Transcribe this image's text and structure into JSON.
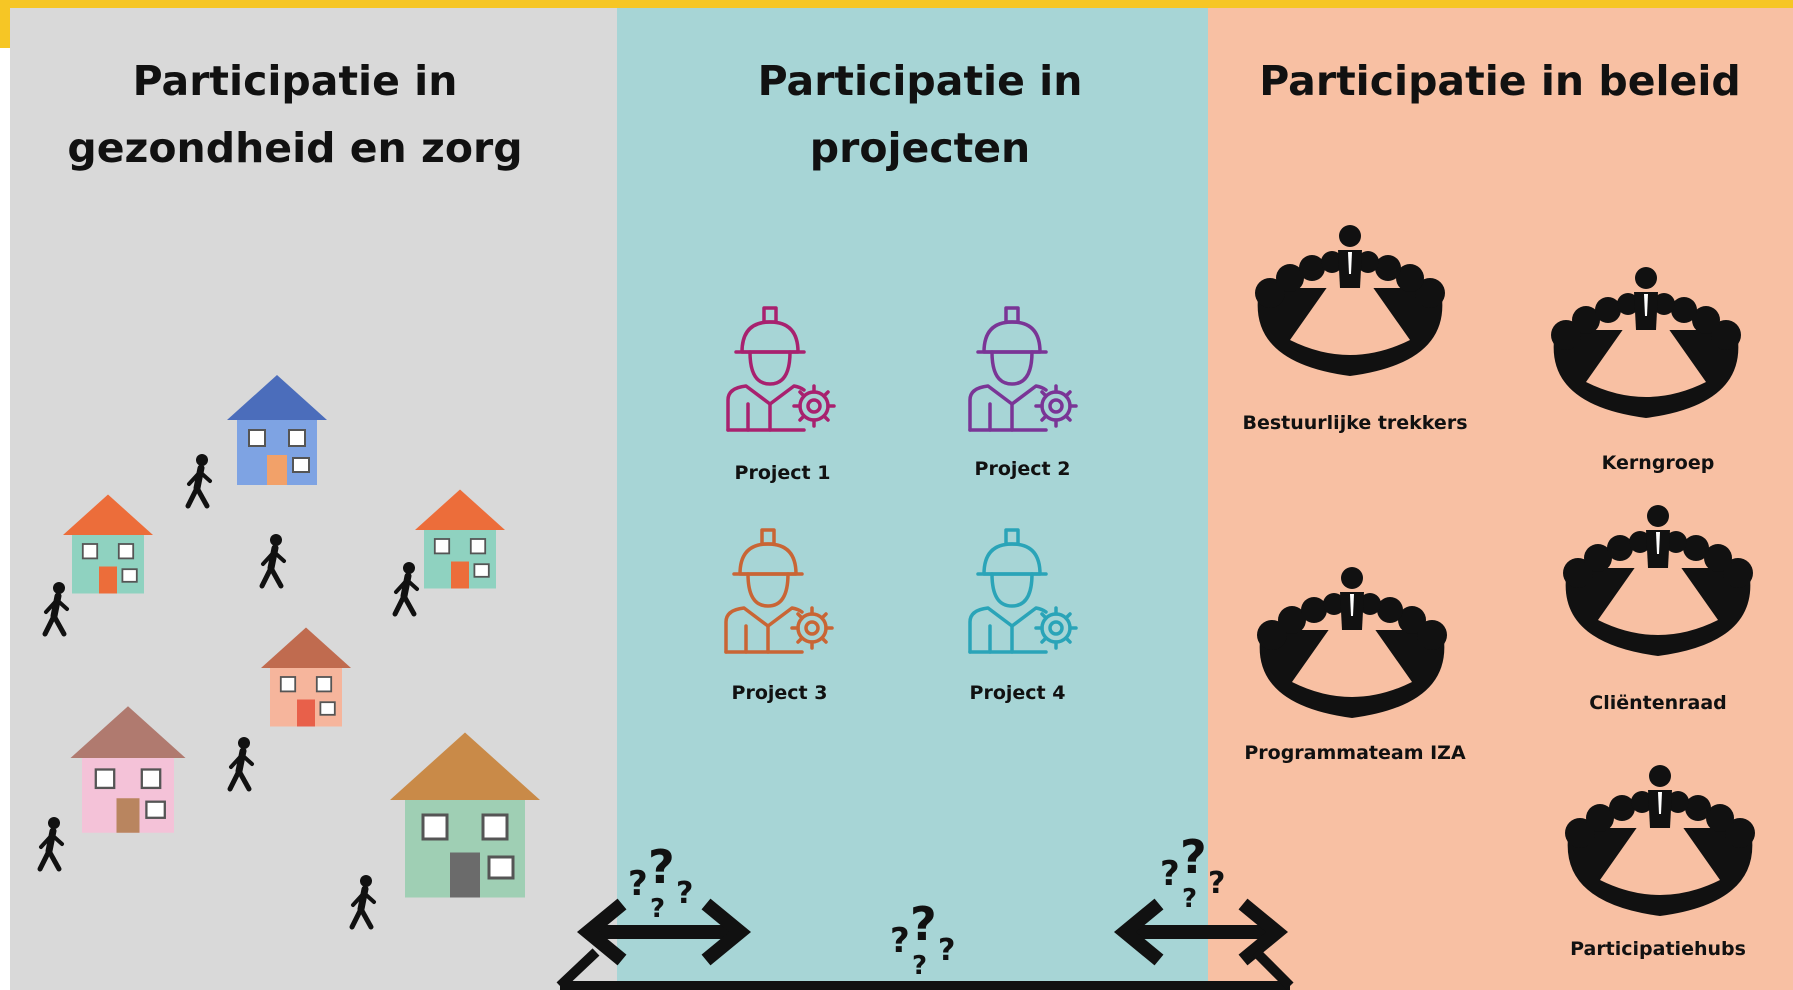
{
  "sections": [
    {
      "title_line1": "Participatie in",
      "title_line2": "gezondheid en zorg"
    },
    {
      "title_line1": "Participatie in",
      "title_line2": "projecten"
    },
    {
      "title_line1": "Participatie in beleid"
    }
  ],
  "projects": [
    "Project 1",
    "Project 2",
    "Project 3",
    "Project 4"
  ],
  "project_colors": [
    "#a8216f",
    "#7a3596",
    "#c96535",
    "#2aa4b8"
  ],
  "groups": [
    "Bestuurlijke trekkers",
    "Kerngroep",
    "Programmateam IZA",
    "Cliëntenraad",
    "Participatiehubs"
  ],
  "question_marks": "???",
  "colors": {
    "accent_bar": "#f6c625",
    "left_panel": "#d9d9d9",
    "middle_panel": "#a7d5d6",
    "right_panel": "#f8c0a3"
  },
  "icons": [
    "house-icon",
    "walking-person-icon",
    "worker-gear-icon",
    "meeting-table-icon",
    "double-arrow-icon",
    "question-marks-icon"
  ]
}
